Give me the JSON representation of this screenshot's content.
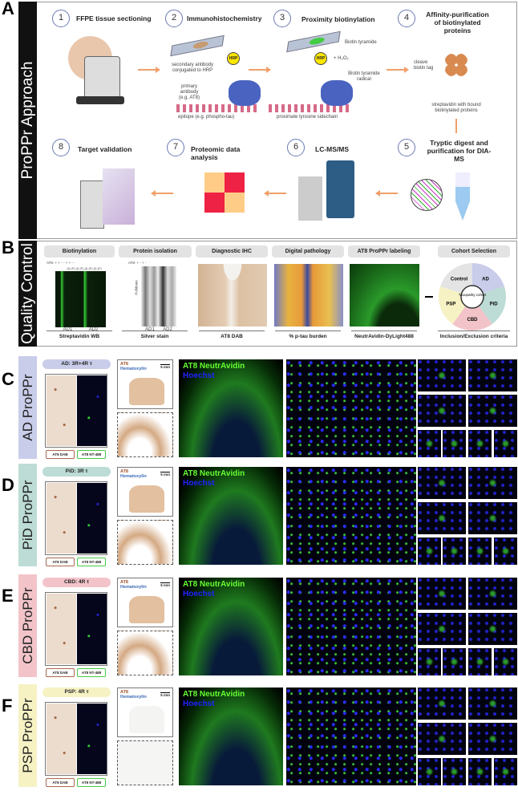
{
  "panels": {
    "A": {
      "letter": "A",
      "side_label": "ProPPr Approach",
      "steps": [
        {
          "num": "1",
          "title": "FFPE tissue sectioning"
        },
        {
          "num": "2",
          "title": "Immunohistochemistry"
        },
        {
          "num": "3",
          "title": "Proximity biotinylation"
        },
        {
          "num": "4",
          "title": "Affinity-purification of biotinylated proteins"
        },
        {
          "num": "5",
          "title": "Tryptic digest and purification for DIA-MS"
        },
        {
          "num": "6",
          "title": "LC-MS/MS"
        },
        {
          "num": "7",
          "title": "Proteomic data analysis"
        },
        {
          "num": "8",
          "title": "Target validation"
        }
      ],
      "annotations": {
        "hrp": "HRP",
        "secondary": "secondary antibody conjugated to HRP",
        "primary": "primary antibody (e.g. AT8)",
        "epitope": "epitope (e.g. phospho-tau)",
        "biotin_tyramide": "Biotin tyramide",
        "h2o2": "+ H₂O₂",
        "radical": "Biotin tyramide radical",
        "tyrosine": "proximate tyrosine sidechain",
        "cleave": "cleave biotin tag",
        "streptavidin": "streptavidin with bound biotinylated proteins"
      },
      "arrow_color": "#f0a06a"
    },
    "B": {
      "letter": "B",
      "side_label": "Quality Control",
      "columns": [
        {
          "header": "Biotinylation",
          "footer": "Streptavidin WB",
          "lane_label": "AT8:",
          "lane_signs": "+ + - - + + - -",
          "lane_fracs": "(I) (F) (I) (F) (I) (F) (I) (F)",
          "groups": [
            "AD1",
            "AD2"
          ]
        },
        {
          "header": "Protein isolation",
          "footer": "Silver stain",
          "lane_label": "AT8:",
          "lane_signs": "+ - + -",
          "side": "Pulldown",
          "groups": [
            "AD1",
            "AD2"
          ]
        },
        {
          "header": "Diagnostic IHC",
          "footer": "AT8 DAB"
        },
        {
          "header": "Digital pathology",
          "footer": "% p-tau burden"
        },
        {
          "header": "AT8 ProPPr labeling",
          "footer": "NeutrAvidin-DyLight488"
        },
        {
          "header": "Cohort Selection",
          "footer": "Inclusion/Exclusion criteria",
          "center": "Tauopathy cohort",
          "segments": [
            {
              "label": "AD",
              "color": "#c9cdea"
            },
            {
              "label": "PiD",
              "color": "#bcdcd5"
            },
            {
              "label": "CBD",
              "color": "#f2c4c9"
            },
            {
              "label": "PSP",
              "color": "#f6f2c4"
            },
            {
              "label": "Control",
              "color": "#e4e4e4"
            }
          ]
        }
      ]
    },
    "rows": [
      {
        "letter": "C",
        "side_label": "AD ProPPr",
        "pill": "AD: 3R+4R τ",
        "color": "#c9cdea"
      },
      {
        "letter": "D",
        "side_label": "PiD ProPPr",
        "pill": "PiD: 3R τ",
        "color": "#bcdcd5"
      },
      {
        "letter": "E",
        "side_label": "CBD ProPPr",
        "pill": "CBD: 4R τ",
        "color": "#f2c4c9"
      },
      {
        "letter": "F",
        "side_label": "PSP ProPPr",
        "pill": "PSP: 4R τ",
        "color": "#f6f2c4"
      }
    ],
    "row_common": {
      "tag_dab": "AT8 DAB",
      "tag_nt": "AT8 NT-488",
      "stain_at8": "AT8",
      "stain_hema": "Hematoxylin",
      "scale": "5 mm",
      "label_green": "AT8 NeutrAvidin",
      "label_blue": "Hoechst"
    }
  }
}
